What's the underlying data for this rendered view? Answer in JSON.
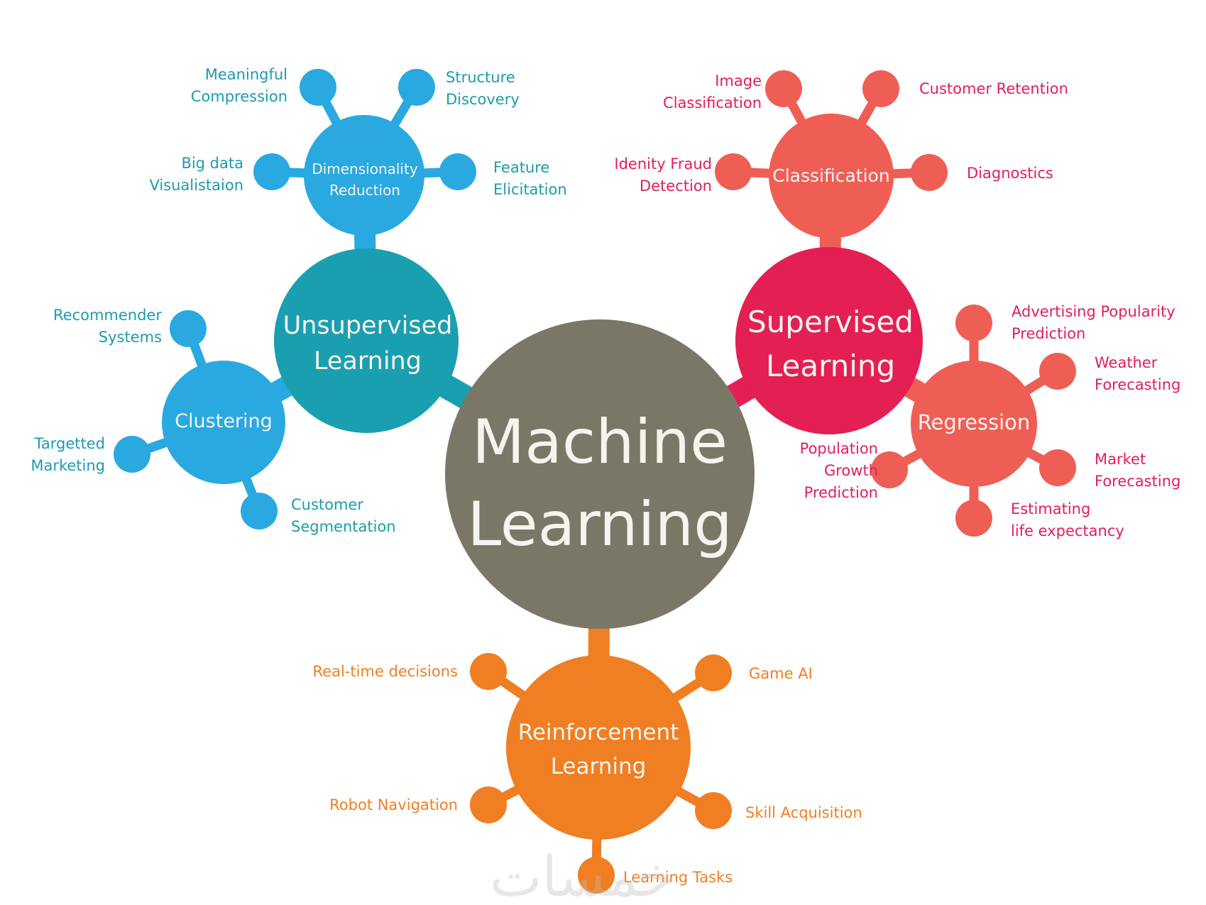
{
  "title": "Machine Learning",
  "colors": {
    "core": "#7b7767",
    "unsupervised": "#1a9fb0",
    "unsupervised_sub": "#29a9e0",
    "unsupervised_text": "#1c9bb0",
    "supervised": "#e41f54",
    "supervised_sub": "#ef5e55",
    "supervised_text": "#e21e5a",
    "reinforcement": "#ef7f22",
    "reinforcement_text": "#ef7f22",
    "node_text": "#f6f4ef"
  },
  "core": {
    "line1": "Machine",
    "line2": "Learning"
  },
  "unsupervised": {
    "line1": "Unsupervised",
    "line2": "Learning",
    "dimensionality_reduction": {
      "line1": "Dimensionality",
      "line2": "Reduction",
      "leaves": [
        {
          "lines": [
            "Meaningful",
            "Compression"
          ]
        },
        {
          "lines": [
            "Structure",
            "Discovery"
          ]
        },
        {
          "lines": [
            "Big data",
            "Visualistaion"
          ]
        },
        {
          "lines": [
            "Feature",
            "Elicitation"
          ]
        }
      ]
    },
    "clustering": {
      "label": "Clustering",
      "leaves": [
        {
          "lines": [
            "Recommender",
            "Systems"
          ]
        },
        {
          "lines": [
            "Targetted",
            "Marketing"
          ]
        },
        {
          "lines": [
            "Customer",
            "Segmentation"
          ]
        }
      ]
    }
  },
  "supervised": {
    "line1": "Supervised",
    "line2": "Learning",
    "classification": {
      "label": "Classification",
      "leaves": [
        {
          "lines": [
            "Image",
            "Classification"
          ]
        },
        {
          "lines": [
            "Customer Retention"
          ]
        },
        {
          "lines": [
            "Idenity Fraud",
            "Detection"
          ]
        },
        {
          "lines": [
            "Diagnostics"
          ]
        }
      ]
    },
    "regression": {
      "label": "Regression",
      "leaves": [
        {
          "lines": [
            "Advertising Popularity",
            "Prediction"
          ]
        },
        {
          "lines": [
            "Weather",
            "Forecasting"
          ]
        },
        {
          "lines": [
            "Population",
            "Growth",
            "Prediction"
          ]
        },
        {
          "lines": [
            "Market",
            "Forecasting"
          ]
        },
        {
          "lines": [
            "Estimating",
            "life expectancy"
          ]
        }
      ]
    }
  },
  "reinforcement": {
    "line1": "Reinforcement",
    "line2": "Learning",
    "leaves": [
      {
        "lines": [
          "Real-time decisions"
        ]
      },
      {
        "lines": [
          "Game AI"
        ]
      },
      {
        "lines": [
          "Robot Navigation"
        ]
      },
      {
        "lines": [
          "Skill Acquisition"
        ]
      },
      {
        "lines": [
          "Learning Tasks"
        ]
      }
    ]
  },
  "watermark": "خمسات"
}
